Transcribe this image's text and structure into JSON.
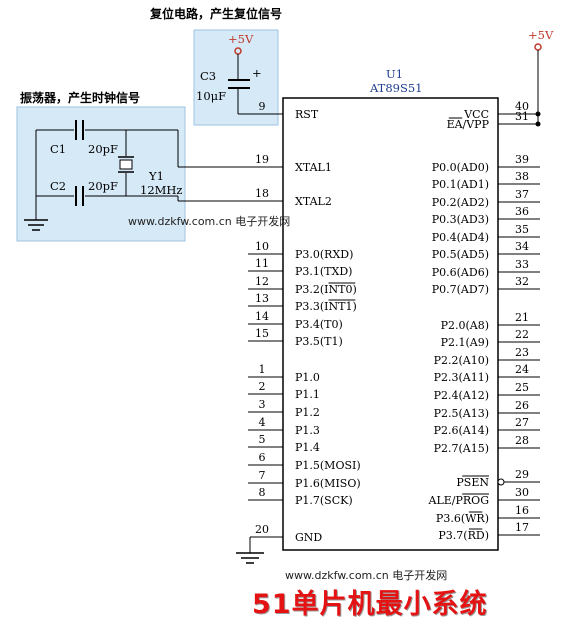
{
  "captions": {
    "reset": "复位电路，产生复位信号",
    "oscillator": "振荡器，产生时钟信号"
  },
  "chip": {
    "ref": "U1",
    "part": "AT89S51"
  },
  "power": {
    "label_left": "+5V",
    "label_right": "+5V"
  },
  "components": {
    "c3_ref": "C3",
    "c3_value": "10μF",
    "c1_ref": "C1",
    "c1_value": "20pF",
    "c2_ref": "C2",
    "c2_value": "20pF",
    "y1_ref": "Y1",
    "y1_value": "12MHz",
    "plus": "+"
  },
  "left_pins": [
    {
      "num": "9",
      "name": "RST"
    },
    {
      "num": "19",
      "name": "XTAL1"
    },
    {
      "num": "18",
      "name": "XTAL2"
    },
    {
      "num": "10",
      "name": "P3.0(RXD)"
    },
    {
      "num": "11",
      "name": "P3.1(TXD)"
    },
    {
      "num": "12",
      "name": "P3.2(INT0)"
    },
    {
      "num": "13",
      "name": "P3.3(INT1)"
    },
    {
      "num": "14",
      "name": "P3.4(T0)"
    },
    {
      "num": "15",
      "name": "P3.5(T1)"
    },
    {
      "num": "1",
      "name": "P1.0"
    },
    {
      "num": "2",
      "name": "P1.1"
    },
    {
      "num": "3",
      "name": "P1.2"
    },
    {
      "num": "4",
      "name": "P1.3"
    },
    {
      "num": "5",
      "name": "P1.4"
    },
    {
      "num": "6",
      "name": "P1.5(MOSI)"
    },
    {
      "num": "7",
      "name": "P1.6(MISO)"
    },
    {
      "num": "8",
      "name": "P1.7(SCK)"
    },
    {
      "num": "20",
      "name": "GND"
    }
  ],
  "right_pins": [
    {
      "num": "40",
      "name": "VCC"
    },
    {
      "num": "31",
      "name": "EA/VPP"
    },
    {
      "num": "39",
      "name": "P0.0(AD0)"
    },
    {
      "num": "38",
      "name": "P0.1(AD1)"
    },
    {
      "num": "37",
      "name": "P0.2(AD2)"
    },
    {
      "num": "36",
      "name": "P0.3(AD3)"
    },
    {
      "num": "35",
      "name": "P0.4(AD4)"
    },
    {
      "num": "34",
      "name": "P0.5(AD5)"
    },
    {
      "num": "33",
      "name": "P0.6(AD6)"
    },
    {
      "num": "32",
      "name": "P0.7(AD7)"
    },
    {
      "num": "21",
      "name": "P2.0(A8)"
    },
    {
      "num": "22",
      "name": "P2.1(A9)"
    },
    {
      "num": "23",
      "name": "P2.2(A10)"
    },
    {
      "num": "24",
      "name": "P2.3(A11)"
    },
    {
      "num": "25",
      "name": "P2.4(A12)"
    },
    {
      "num": "26",
      "name": "P2.5(A13)"
    },
    {
      "num": "27",
      "name": "P2.6(A14)"
    },
    {
      "num": "28",
      "name": "P2.7(A15)"
    },
    {
      "num": "29",
      "name": "PSEN"
    },
    {
      "num": "30",
      "name": "ALE/PROG"
    },
    {
      "num": "16",
      "name": "P3.6(WR)"
    },
    {
      "num": "17",
      "name": "P3.7(RD)"
    }
  ],
  "watermark_top": "www.dzkfw.com.cn 电子开发网",
  "watermark_bottom": "www.dzkfw.com.cn 电子开发网",
  "title": "51单片机最小系统",
  "colors": {
    "panel": "#d6e9f7",
    "panel_border": "#9cc3e3",
    "title": "#e41212",
    "power_symbol": "#c0392b"
  }
}
